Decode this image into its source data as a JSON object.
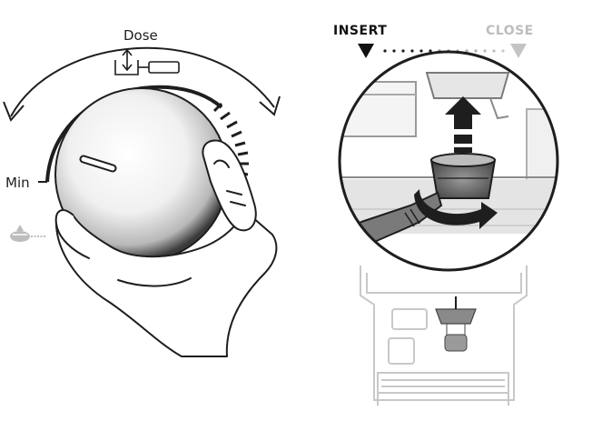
{
  "left_panel": {
    "dose_label": "Dose",
    "min_label": "Min"
  },
  "right_panel": {
    "insert_label": "INSERT",
    "close_label": "CLOSE"
  },
  "colors": {
    "ink": "#1e1e1e",
    "muted": "#bdbdbd",
    "background": "#ffffff"
  }
}
